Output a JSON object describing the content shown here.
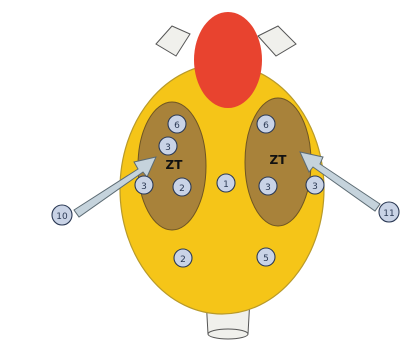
{
  "diagram": {
    "colors": {
      "background": "#ffffff",
      "body": "#f5c518",
      "body_stroke": "#b89a2a",
      "head": "#e8432f",
      "zone": "#a8823a",
      "zone_stroke": "#6f5522",
      "marker": "#c9d3e6",
      "marker_stroke": "#2c3a55",
      "arrow": "#c5d3dc",
      "arrow_stroke": "#5c6b73",
      "fixture": "#f0f0ec",
      "fixture_stroke": "#555555"
    },
    "zone_labels": [
      {
        "name": "left-zone-label",
        "text": "ZT"
      },
      {
        "name": "right-zone-label",
        "text": "ZT"
      }
    ],
    "markers": [
      {
        "name": "marker-left-top",
        "text": "6"
      },
      {
        "name": "marker-left-middle",
        "text": "3"
      },
      {
        "name": "marker-left-side",
        "text": "3"
      },
      {
        "name": "marker-left-inner",
        "text": "2"
      },
      {
        "name": "marker-center",
        "text": "1"
      },
      {
        "name": "marker-right-top",
        "text": "6"
      },
      {
        "name": "marker-right-inner",
        "text": "3"
      },
      {
        "name": "marker-right-side",
        "text": "3"
      },
      {
        "name": "marker-bottom-left",
        "text": "2"
      },
      {
        "name": "marker-bottom-right",
        "text": "5"
      }
    ],
    "pointers": [
      {
        "name": "pointer-left",
        "text": "10"
      },
      {
        "name": "pointer-right",
        "text": "11"
      }
    ]
  }
}
